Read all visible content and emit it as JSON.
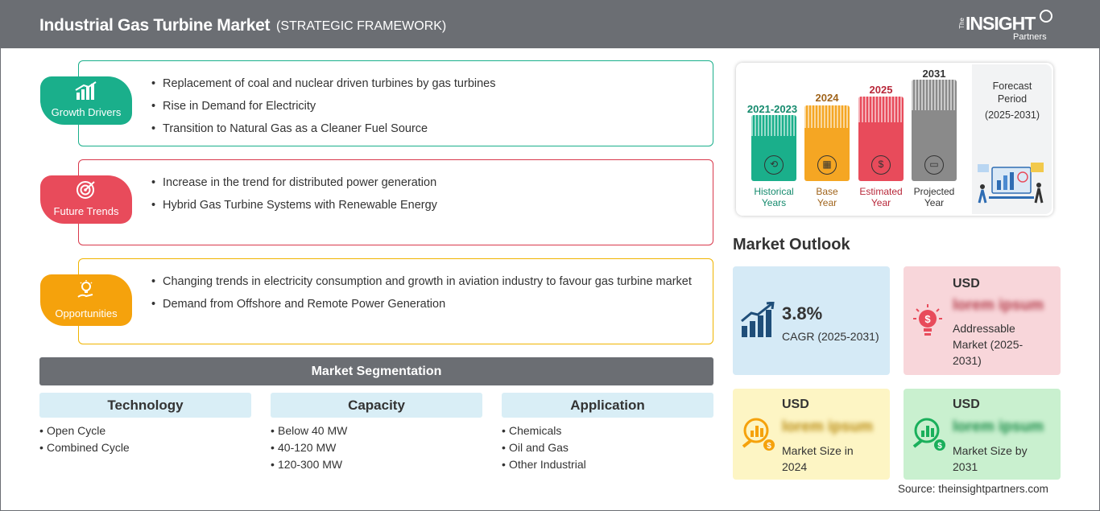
{
  "header": {
    "title": "Industrial Gas Turbine Market",
    "subtitle": "(STRATEGIC FRAMEWORK)",
    "logo_the": "The",
    "logo_main": "INSIGHT",
    "logo_sub": "Partners"
  },
  "framework": [
    {
      "label": "Growth Drivers",
      "color": "#1aaf8b",
      "border": "#1aaf8b",
      "icon": "bar-chart-icon",
      "items": [
        "Replacement of coal and nuclear driven turbines by gas turbines",
        "Rise in Demand for Electricity",
        "Transition to Natural Gas as a Cleaner Fuel Source"
      ]
    },
    {
      "label": "Future Trends",
      "color": "#e84b5b",
      "border": "#d9394c",
      "icon": "target-icon",
      "items": [
        "Increase in the trend for distributed power generation",
        "Hybrid Gas Turbine Systems with Renewable Energy"
      ]
    },
    {
      "label": "Opportunities",
      "color": "#f5a20c",
      "border": "#f0b400",
      "icon": "lightbulb-hand-icon",
      "items": [
        "Changing trends in electricity consumption and growth in aviation industry to favour gas turbine market",
        "Demand from Offshore and Remote Power Generation"
      ]
    }
  ],
  "segmentation": {
    "title": "Market Segmentation",
    "columns": [
      {
        "heading": "Technology",
        "items": [
          "Open Cycle",
          "Combined Cycle"
        ]
      },
      {
        "heading": "Capacity",
        "items": [
          "Below 40 MW",
          "40-120 MW",
          "120-300 MW"
        ]
      },
      {
        "heading": "Application",
        "items": [
          "Chemicals",
          "Oil and Gas",
          "Other Industrial"
        ]
      }
    ]
  },
  "timeline": {
    "columns": [
      {
        "year": "2021-2023",
        "label1": "Historical",
        "label2": "Years",
        "color": "#1aaf8b",
        "year_color": "#148a6d",
        "icon": "history-icon"
      },
      {
        "year": "2024",
        "label1": "Base",
        "label2": "Year",
        "color": "#f5a623",
        "year_color": "#a0641b",
        "icon": "calendar-icon"
      },
      {
        "year": "2025",
        "label1": "Estimated",
        "label2": "Year",
        "color": "#e84b5b",
        "year_color": "#b8283a",
        "icon": "money-chart-icon"
      },
      {
        "year": "2031",
        "label1": "Projected",
        "label2": "Year",
        "color": "#8a8a8a",
        "year_color": "#333333",
        "icon": "presentation-icon"
      }
    ],
    "forecast_label": "Forecast Period",
    "forecast_range": "(2025-2031)"
  },
  "outlook": {
    "title": "Market Outlook",
    "cagr_value": "3.8%",
    "cagr_label": "CAGR (2025-2031)",
    "addressable_currency": "USD",
    "addressable_value": "lorem ipsum",
    "addressable_label": "Addressable Market (2025-2031)",
    "size2024_currency": "USD",
    "size2024_value": "lorem ipsum",
    "size2024_label": "Market Size in 2024",
    "size2031_currency": "USD",
    "size2031_value": "lorem ipsum",
    "size2031_label": "Market Size by 2031"
  },
  "source": "Source: theinsightpartners.com"
}
